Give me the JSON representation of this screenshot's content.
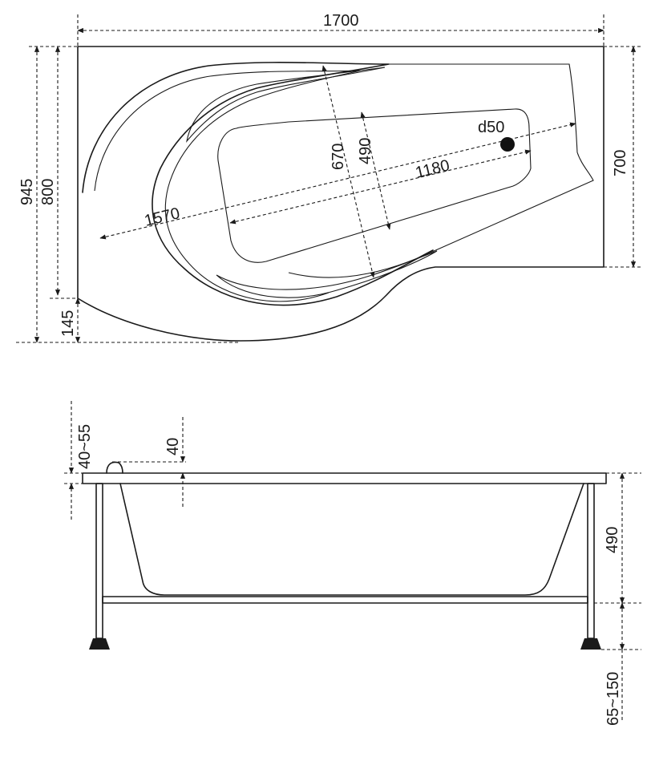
{
  "top_view": {
    "width_total": "1700",
    "height_total": "945",
    "height_body": "800",
    "offset_bottom": "145",
    "height_right": "700",
    "length_diagonal": "1570",
    "length_inner": "1180",
    "width_diagonal": "670",
    "width_inner": "490",
    "drain": "d50"
  },
  "side_view": {
    "rim_thickness": "40~55",
    "headrest": "40",
    "depth": "490",
    "leg_height": "65~150"
  }
}
